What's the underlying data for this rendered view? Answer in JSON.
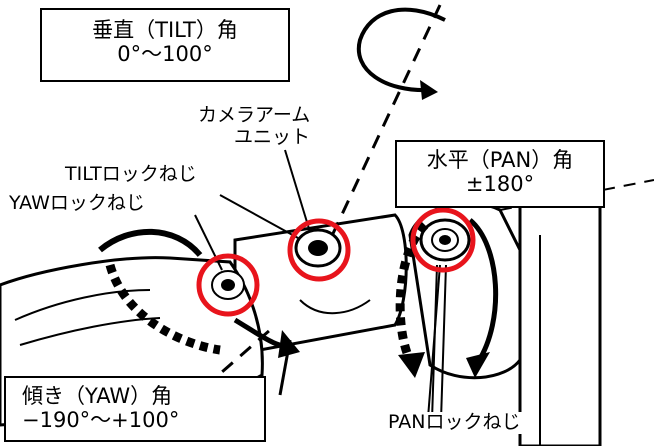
{
  "labels": {
    "tilt_angle": {
      "title": "垂直（TILT）角",
      "range": "0°～100°"
    },
    "pan_angle": {
      "title": "水平（PAN）角",
      "range": "±180°"
    },
    "yaw_angle": {
      "title": "傾き（YAW）角",
      "range": "−190°～+100°"
    },
    "camera_arm_unit": {
      "line1": "カメラアーム",
      "line2": "ユニット"
    },
    "tilt_lock_screw": "TILTロックねじ",
    "yaw_lock_screw": "YAWロックねじ",
    "pan_lock_screw": "PANロックねじ"
  },
  "colors": {
    "line": "#000000",
    "highlight_circle": "#e8141c",
    "background": "#ffffff"
  }
}
